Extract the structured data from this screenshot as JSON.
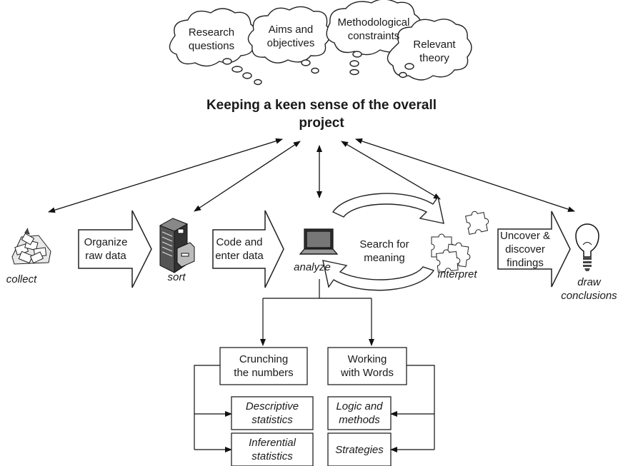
{
  "thought_bubbles": [
    {
      "label": "Research\nquestions"
    },
    {
      "label": "Aims and\nobjectives"
    },
    {
      "label": "Methodological\nconstraints"
    },
    {
      "label": "Relevant\ntheory"
    }
  ],
  "title": "Keeping a keen sense of the overall\nproject",
  "stages": {
    "collect": "collect",
    "sort": "sort",
    "analyze": "analyze",
    "interpret": "interpret",
    "draw": "draw\nconclusions"
  },
  "process_arrows": {
    "organize": "Organize\nraw data",
    "code": "Code and\nenter data",
    "uncover": "Uncover &\ndiscover\nfindings"
  },
  "cycle_label": "Search for\nmeaning",
  "branches": {
    "numbers": {
      "label": "Crunching\nthe numbers",
      "items": [
        "Descriptive\nstatistics",
        "Inferential\nstatistics"
      ]
    },
    "words": {
      "label": "Working\nwith Words",
      "items": [
        "Logic and\nmethods",
        "Strategies"
      ]
    }
  },
  "icons": [
    "paper-pile-icon",
    "filing-cabinet-icon",
    "laptop-icon",
    "puzzle-pieces-icon",
    "light-bulb-icon"
  ]
}
